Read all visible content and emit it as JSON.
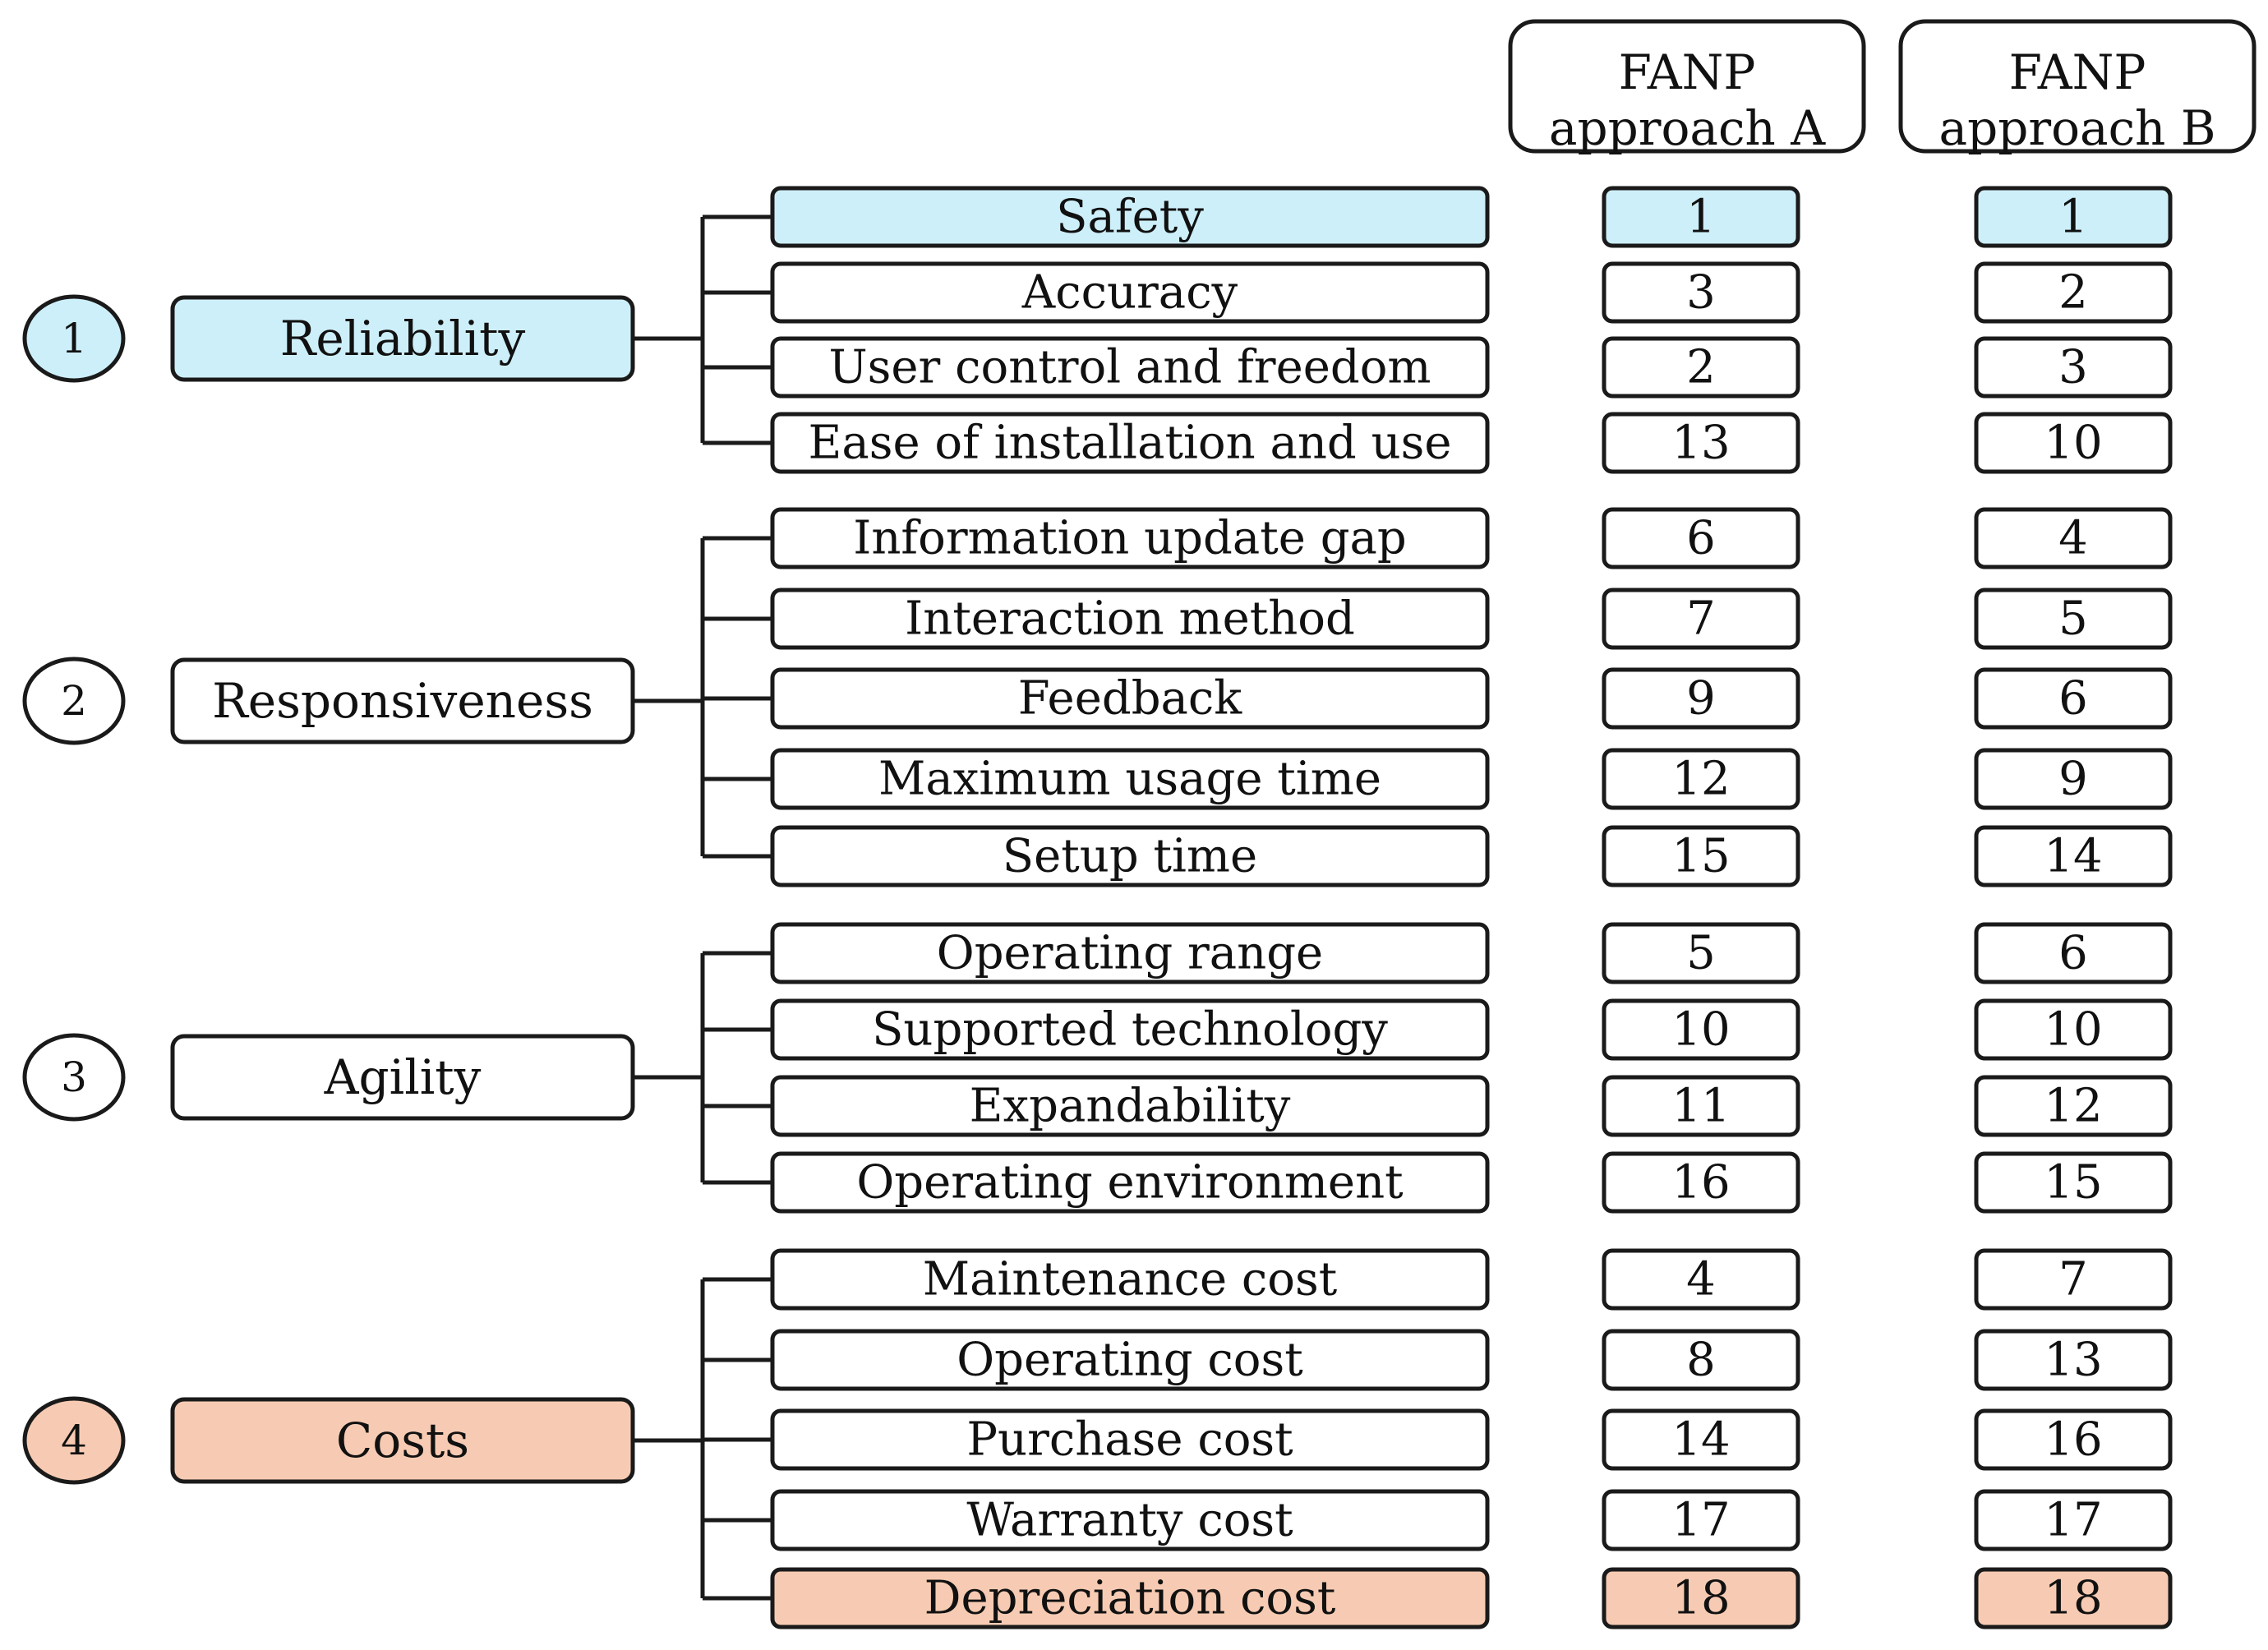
{
  "headers": {
    "approach_a": [
      "FANP",
      "approach A"
    ],
    "approach_b": [
      "FANP",
      "approach B"
    ]
  },
  "colors": {
    "highlight_blue": "#cdeffa",
    "highlight_orange": "#f7cbb3",
    "box_fill": "#ffffff",
    "stroke": "#1a1a1a"
  },
  "groups": [
    {
      "number": "1",
      "label": "Reliability",
      "highlight": "highlight_blue",
      "criteria": [
        {
          "label": "Safety",
          "rank_a": "1",
          "rank_b": "1",
          "highlight": "highlight_blue"
        },
        {
          "label": "Accuracy",
          "rank_a": "3",
          "rank_b": "2"
        },
        {
          "label": "User control and freedom",
          "rank_a": "2",
          "rank_b": "3"
        },
        {
          "label": "Ease of installation and use",
          "rank_a": "13",
          "rank_b": "10"
        }
      ]
    },
    {
      "number": "2",
      "label": "Responsiveness",
      "criteria": [
        {
          "label": "Information update gap",
          "rank_a": "6",
          "rank_b": "4"
        },
        {
          "label": "Interaction method",
          "rank_a": "7",
          "rank_b": "5"
        },
        {
          "label": "Feedback",
          "rank_a": "9",
          "rank_b": "6"
        },
        {
          "label": "Maximum usage time",
          "rank_a": "12",
          "rank_b": "9"
        },
        {
          "label": "Setup time",
          "rank_a": "15",
          "rank_b": "14"
        }
      ]
    },
    {
      "number": "3",
      "label": "Agility",
      "criteria": [
        {
          "label": "Operating range",
          "rank_a": "5",
          "rank_b": "6"
        },
        {
          "label": "Supported technology",
          "rank_a": "10",
          "rank_b": "10"
        },
        {
          "label": "Expandability",
          "rank_a": "11",
          "rank_b": "12"
        },
        {
          "label": "Operating environment",
          "rank_a": "16",
          "rank_b": "15"
        }
      ]
    },
    {
      "number": "4",
      "label": "Costs",
      "highlight": "highlight_orange",
      "criteria": [
        {
          "label": "Maintenance cost",
          "rank_a": "4",
          "rank_b": "7"
        },
        {
          "label": "Operating cost",
          "rank_a": "8",
          "rank_b": "13"
        },
        {
          "label": "Purchase cost",
          "rank_a": "14",
          "rank_b": "16"
        },
        {
          "label": "Warranty cost",
          "rank_a": "17",
          "rank_b": "17"
        },
        {
          "label": "Depreciation cost",
          "rank_a": "18",
          "rank_b": "18",
          "highlight": "highlight_orange"
        }
      ]
    }
  ]
}
